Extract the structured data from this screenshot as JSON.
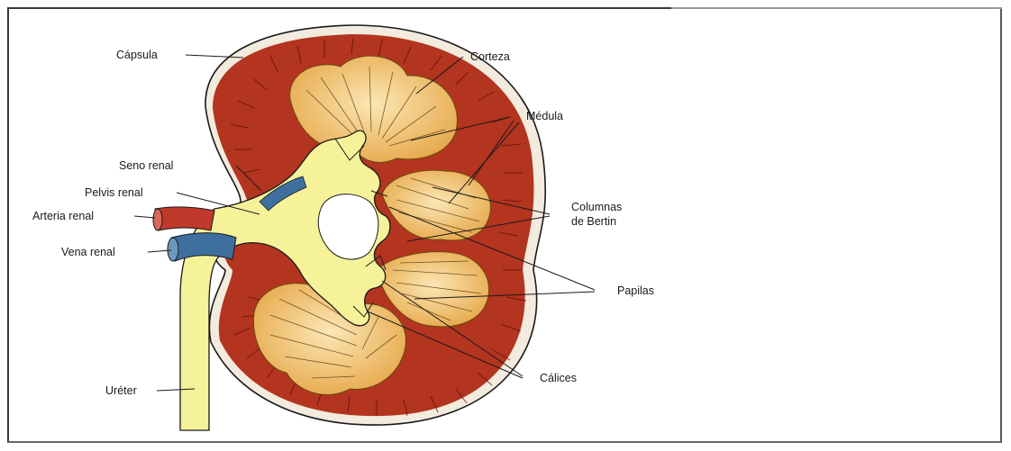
{
  "diagram": {
    "labels": {
      "capsula": "Cápsula",
      "corteza": "Corteza",
      "medula": "Médula",
      "seno_renal": "Seno renal",
      "pelvis_renal": "Pelvis renal",
      "arteria_renal": "Arteria renal",
      "vena_renal": "Vena renal",
      "columnas_1": "Columnas",
      "columnas_2": "de Bertin",
      "papilas": "Papilas",
      "ureter": "Uréter",
      "calices": "Cálices"
    },
    "colors": {
      "cortex": "#b3341f",
      "capsule": "#f1e9dc",
      "medulla": "#f0c46a",
      "pelvis": "#f6f29a",
      "artery": "#c0392b",
      "vein": "#3f6f9e",
      "outline": "#1a1a1a"
    }
  }
}
